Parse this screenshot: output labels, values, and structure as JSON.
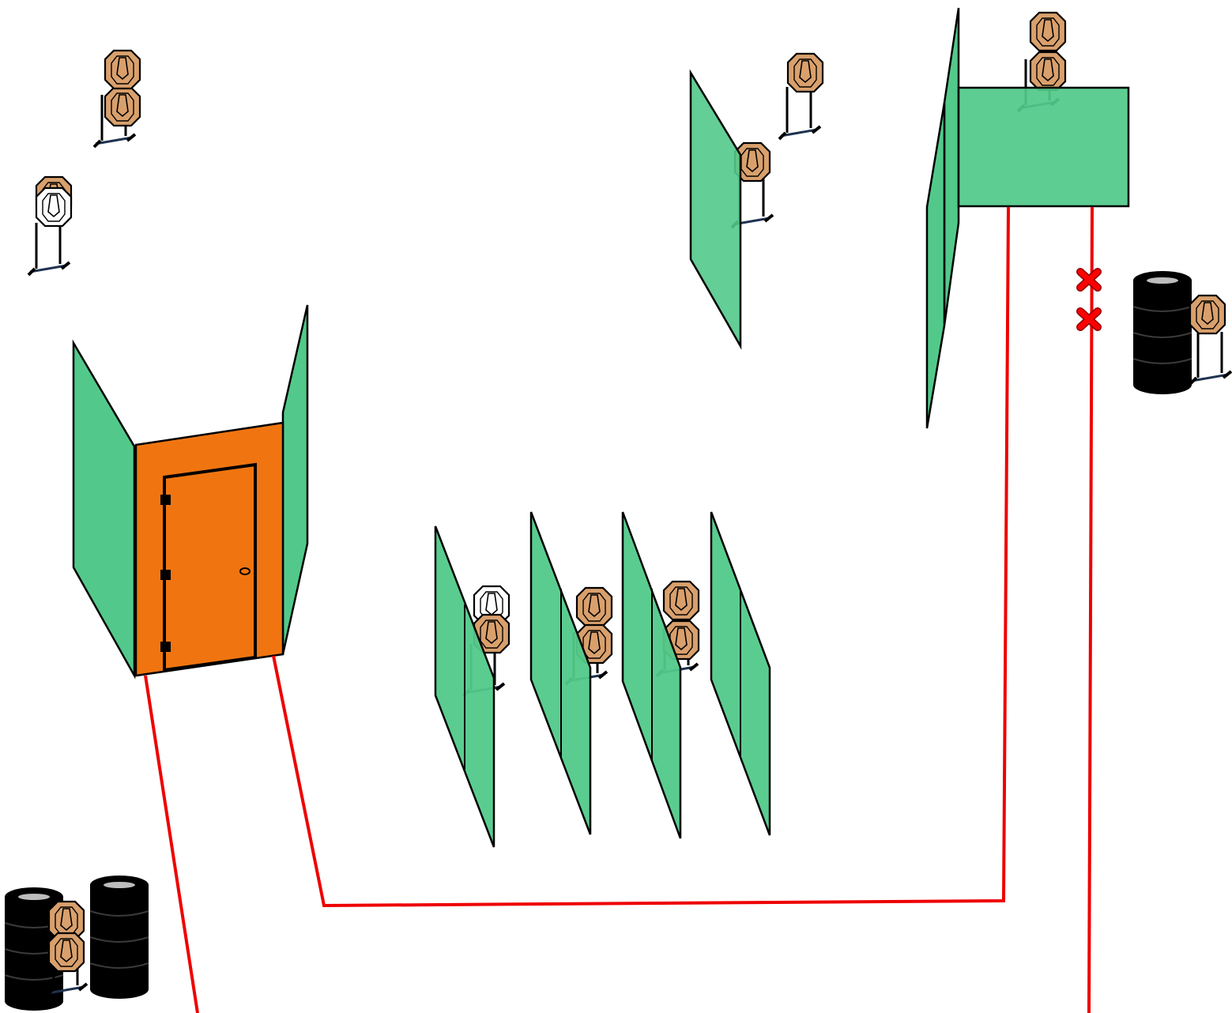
{
  "colors": {
    "wall": "#52c98a",
    "door_panel": "#f07510",
    "target": "#d9a06c",
    "no_shoot": "#ffffff",
    "barrel": "#000000",
    "barrel_top": "#bdbdbd",
    "fault_line": "#ee0000",
    "fault_marker": "#ff0000",
    "stand": "#1f3350"
  },
  "stage": {
    "walls": 13,
    "paper_targets": 17,
    "no_shoot_targets": 2,
    "barrel_stacks": 3,
    "doors": 1,
    "fault_markers": 2
  }
}
